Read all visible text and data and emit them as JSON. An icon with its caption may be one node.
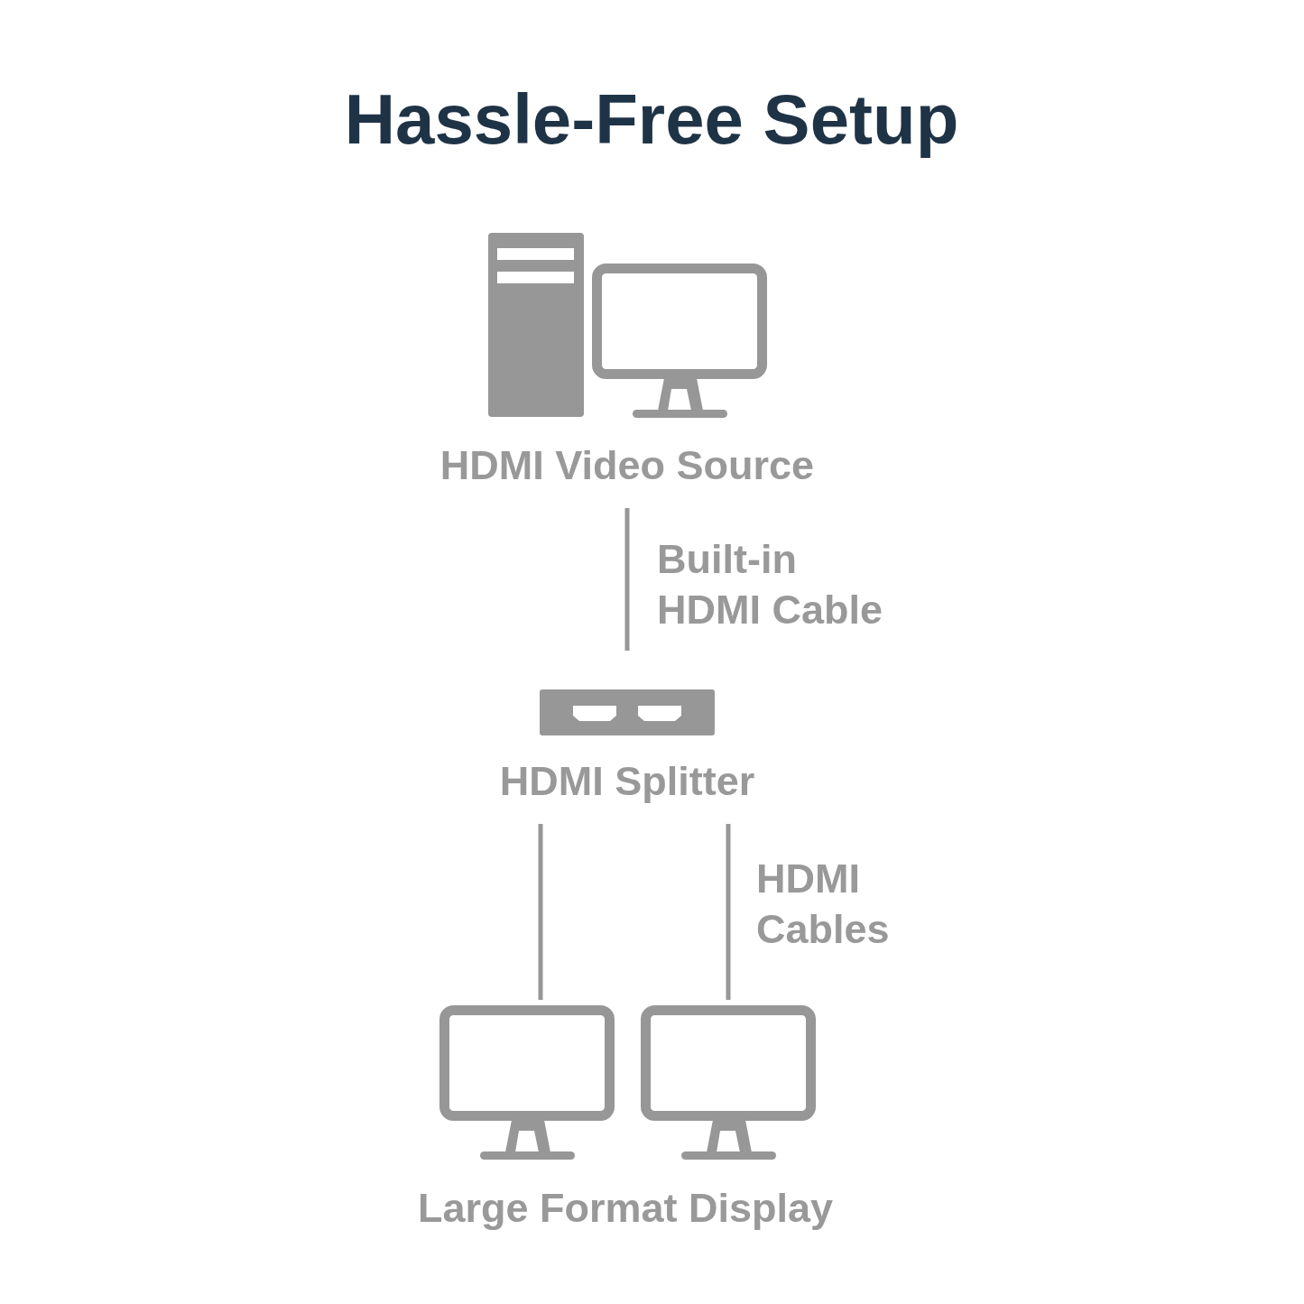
{
  "diagram": {
    "title": "Hassle-Free Setup",
    "nodes": [
      {
        "text": [
          "HDMI Video Source"
        ]
      },
      {
        "text": [
          "HDMI Splitter"
        ]
      },
      {
        "text": [],
        "shape": "monitor"
      },
      {
        "text": [],
        "shape": "monitor"
      }
    ],
    "edges": [
      {
        "from": 0,
        "to": 1,
        "arrow": "none",
        "label": "Built-in HDMI Cable"
      },
      {
        "from": 1,
        "to": 2,
        "arrow": "none"
      },
      {
        "from": 1,
        "to": 3,
        "arrow": "none",
        "label": "HDMI Cables"
      }
    ],
    "labels": [
      "Large Format Display"
    ]
  }
}
